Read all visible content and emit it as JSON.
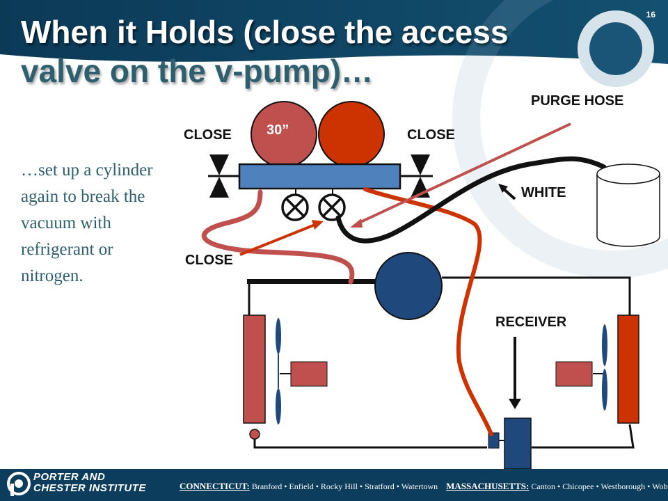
{
  "slide": {
    "page_number": "16",
    "title_line1": "When it Holds (close the access",
    "title_line2": "valve on the v-pump)…",
    "body_text": "…set up a cylinder again to break the vacuum with refrigerant or nitrogen."
  },
  "diagram": {
    "labels": {
      "close_left": "CLOSE",
      "close_right": "CLOSE",
      "close_lower": "CLOSE",
      "purge_hose": "PURGE HOSE",
      "white": "WHITE",
      "receiver": "RECEIVER"
    },
    "gauge_reading": "30”"
  },
  "footer": {
    "logo_line1": "PORTER AND",
    "logo_line2": "CHESTER INSTITUTE",
    "ct_label": "CONNECTICUT:",
    "ct_locations": "Branford • Enfield • Rocky Hill • Stratford • Watertown",
    "ma_label": "MASSACHUSETTS:",
    "ma_locations": "Canton • Chicopee • Westborough • Woburn"
  },
  "colors": {
    "header_navy": "#0d3d5c",
    "title_teal": "#2e5f6f",
    "low_side_red": "#c0504d",
    "high_side_red": "#cc3300",
    "manifold_blue": "#4f81bd",
    "compressor_blue": "#1f497d"
  },
  "icons": [
    "porter-chester-logo-icon"
  ]
}
